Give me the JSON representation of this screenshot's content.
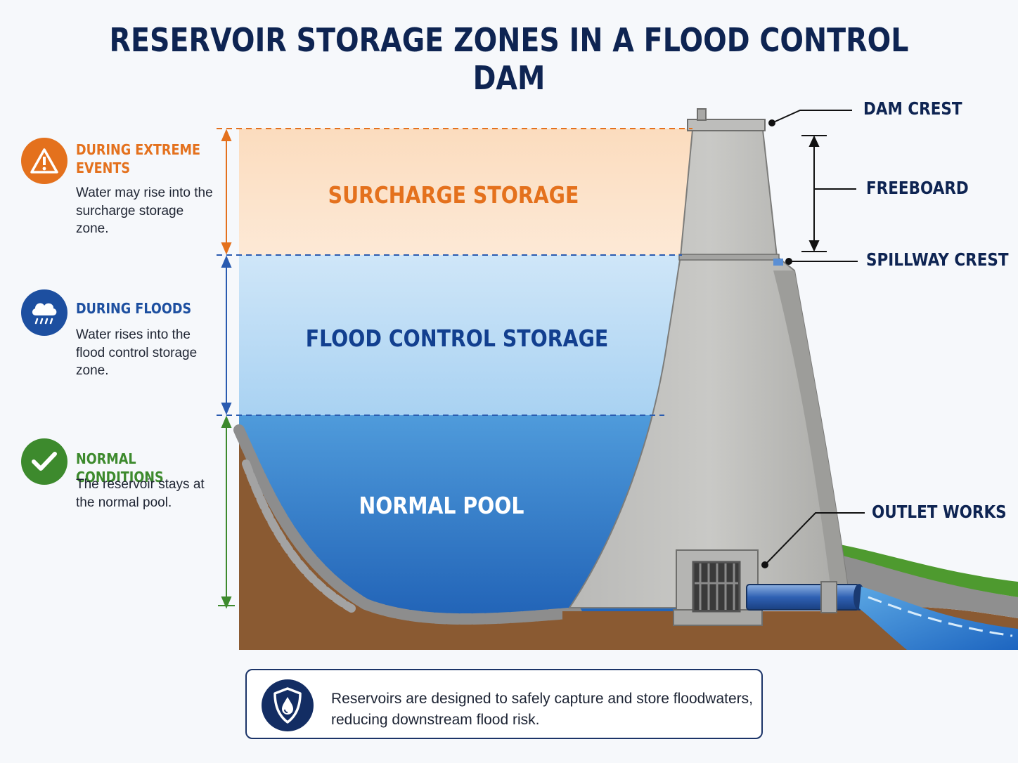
{
  "title": "RESERVOIR STORAGE ZONES IN A FLOOD CONTROL DAM",
  "conditions": [
    {
      "icon": "warning-icon",
      "color": "#e4711d",
      "heading": "DURING EXTREME\nEVENTS",
      "description": "Water may rise into the surcharge storage zone."
    },
    {
      "icon": "rain-cloud-icon",
      "color": "#1d4fa0",
      "heading": "DURING FLOODS",
      "description": "Water rises into the flood control storage zone."
    },
    {
      "icon": "checkmark-icon",
      "color": "#3d8a2d",
      "heading": "NORMAL CONDITIONS",
      "description": "The reservoir stays at the normal pool."
    }
  ],
  "zones": {
    "surcharge": {
      "label": "SURCHARGE STORAGE",
      "color": "#e4711d"
    },
    "flood_control": {
      "label": "FLOOD CONTROL STORAGE",
      "color": "#123f8f"
    },
    "normal_pool": {
      "label": "NORMAL POOL",
      "color": "#ffffff"
    }
  },
  "callouts": {
    "dam_crest": "DAM CREST",
    "freeboard": "FREEBOARD",
    "spillway_crest": "SPILLWAY CREST",
    "outlet_works": "OUTLET WORKS"
  },
  "note": {
    "icon": "shield-water-drop-icon",
    "text": "Reservoirs are designed to safely capture and store floodwaters, reducing downstream flood risk."
  }
}
